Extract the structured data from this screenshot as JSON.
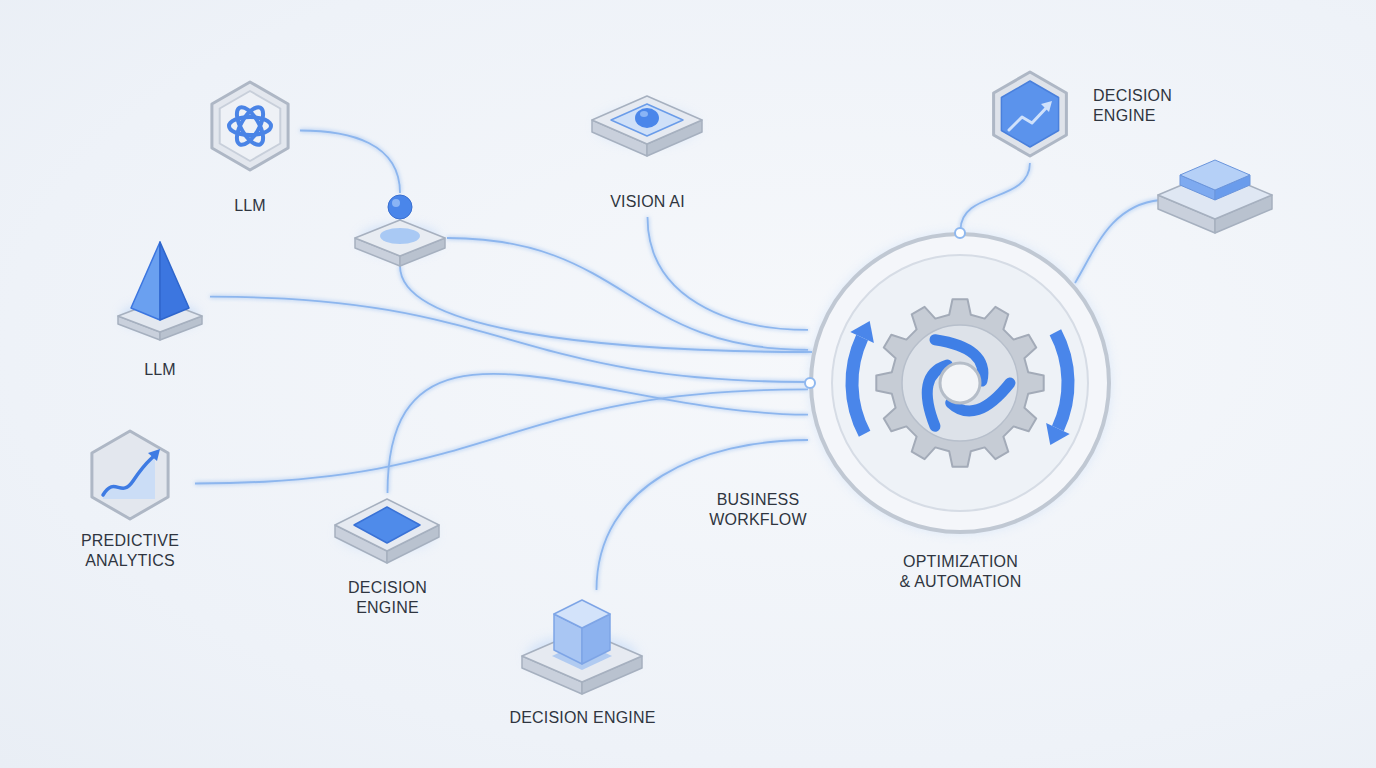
{
  "diagram": {
    "nodes": [
      {
        "text": [
          "LLM"
        ]
      },
      {
        "text": [
          "VISION AI"
        ]
      },
      {
        "text": [
          "DECISION ENGINE"
        ]
      },
      {
        "text": [
          "LLM"
        ]
      },
      {
        "text": [
          "PREDICTIVE ANALYTICS"
        ]
      },
      {
        "text": [
          "DECISION ENGINE"
        ]
      },
      {
        "text": [
          "DECISION ENGINE"
        ]
      },
      {
        "text": [
          "OPTIMIZATION & AUTOMATION"
        ]
      }
    ],
    "edges": [
      {
        "from": 0,
        "to": 7,
        "arrow": "none"
      },
      {
        "from": 1,
        "to": 7,
        "arrow": "none"
      },
      {
        "from": 2,
        "to": 7,
        "arrow": "none"
      },
      {
        "from": 3,
        "to": 7,
        "arrow": "none"
      },
      {
        "from": 4,
        "to": 7,
        "arrow": "none"
      },
      {
        "from": 5,
        "to": 7,
        "arrow": "none"
      },
      {
        "from": 6,
        "to": 7,
        "arrow": "none"
      }
    ],
    "labels": [
      "BUSINESS WORKFLOW"
    ]
  }
}
